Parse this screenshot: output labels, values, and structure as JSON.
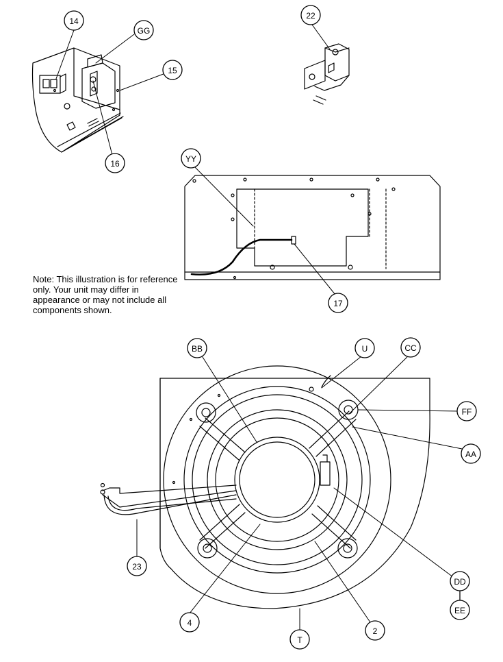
{
  "note": "Note: This illustration is for reference only. Your unit may differ in appearance or may not include all components shown.",
  "callouts": {
    "c14": "14",
    "cGG": "GG",
    "c15": "15",
    "c16": "16",
    "c22": "22",
    "cYY": "YY",
    "c17": "17",
    "cBB": "BB",
    "cU": "U",
    "cCC": "CC",
    "cFF": "FF",
    "cAA": "AA",
    "cDD": "DD",
    "cEE": "EE",
    "c23": "23",
    "c4": "4",
    "c2": "2",
    "cT": "T"
  }
}
